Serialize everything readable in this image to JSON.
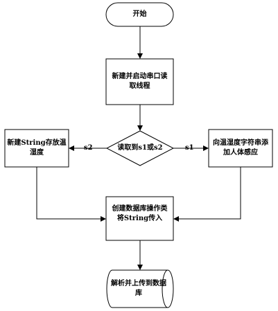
{
  "nodes": {
    "start": "开始",
    "create_thread": "新建并启动串口读取线程",
    "decision": "读取到s1或s2",
    "left_box": "新建String存放温湿度",
    "right_box": "向温湿度字符串添加人体感应",
    "create_db": "创建数据库操作类将String传入",
    "parse_upload": "解析并上传到数据库"
  },
  "edges": {
    "label_s2": "s2",
    "label_s1": "s1"
  }
}
